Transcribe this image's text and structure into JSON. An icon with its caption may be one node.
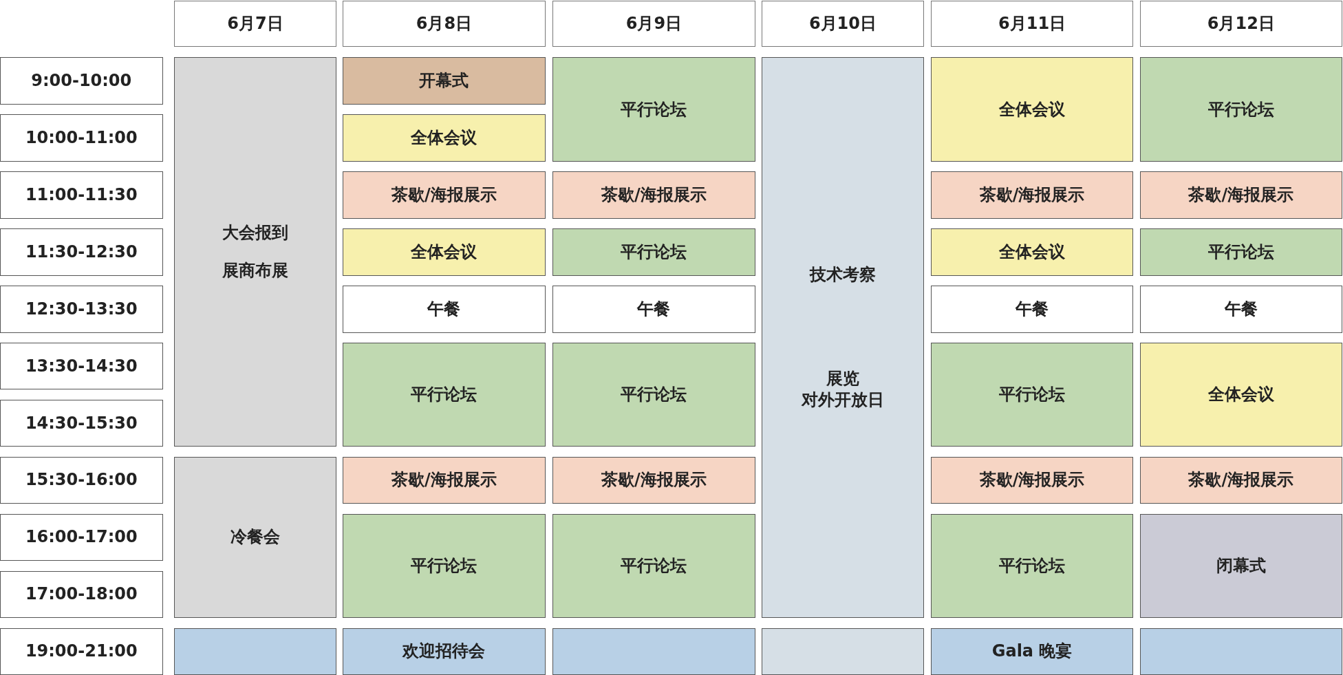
{
  "diagram": {
    "nodes": [
      {
        "text": [
          "6月7日"
        ]
      },
      {
        "text": [
          "6月8日"
        ]
      },
      {
        "text": [
          "6月9日"
        ]
      },
      {
        "text": [
          "6月10日"
        ]
      },
      {
        "text": [
          "6月11日"
        ]
      },
      {
        "text": [
          "6月12日"
        ]
      },
      {
        "text": [
          "9:00-10:00"
        ]
      },
      {
        "text": [
          "大会报到",
          "展商布展"
        ]
      },
      {
        "text": [
          "开幕式"
        ]
      },
      {
        "text": [
          "平行论坛"
        ]
      },
      {
        "text": [
          "技术考察",
          "展览",
          "对外开放日"
        ]
      },
      {
        "text": [
          "全体会议"
        ]
      },
      {
        "text": [
          "平行论坛"
        ]
      },
      {
        "text": [
          "10:00-11:00"
        ]
      },
      {
        "text": [
          "全体会议"
        ]
      },
      {
        "text": [
          "11:00-11:30"
        ]
      },
      {
        "text": [
          "茶歇/海报展示"
        ]
      },
      {
        "text": [
          "茶歇/海报展示"
        ]
      },
      {
        "text": [
          "茶歇/海报展示"
        ]
      },
      {
        "text": [
          "茶歇/海报展示"
        ]
      },
      {
        "text": [
          "11:30-12:30"
        ]
      },
      {
        "text": [
          "全体会议"
        ]
      },
      {
        "text": [
          "平行论坛"
        ]
      },
      {
        "text": [
          "全体会议"
        ]
      },
      {
        "text": [
          "平行论坛"
        ]
      },
      {
        "text": [
          "12:30-13:30"
        ]
      },
      {
        "text": [
          "午餐"
        ]
      },
      {
        "text": [
          "午餐"
        ]
      },
      {
        "text": [
          "午餐"
        ]
      },
      {
        "text": [
          "午餐"
        ]
      },
      {
        "text": [
          "13:30-14:30"
        ]
      },
      {
        "text": [
          "平行论坛"
        ]
      },
      {
        "text": [
          "平行论坛"
        ]
      },
      {
        "text": [
          "平行论坛"
        ]
      },
      {
        "text": [
          "全体会议"
        ]
      },
      {
        "text": [
          "14:30-15:30"
        ]
      },
      {
        "text": [
          "15:30-16:00"
        ]
      },
      {
        "text": [
          "冷餐会"
        ]
      },
      {
        "text": [
          "茶歇/海报展示"
        ]
      },
      {
        "text": [
          "茶歇/海报展示"
        ]
      },
      {
        "text": [
          "茶歇/海报展示"
        ]
      },
      {
        "text": [
          "茶歇/海报展示"
        ]
      },
      {
        "text": [
          "16:00-17:00"
        ]
      },
      {
        "text": [
          "平行论坛"
        ]
      },
      {
        "text": [
          "平行论坛"
        ]
      },
      {
        "text": [
          "平行论坛"
        ]
      },
      {
        "text": [
          "闭幕式"
        ]
      },
      {
        "text": [
          "17:00-18:00"
        ]
      },
      {
        "text": [
          "19:00-21:00"
        ]
      },
      {
        "text": [],
        "shape": "box"
      },
      {
        "text": [
          "欢迎招待会"
        ]
      },
      {
        "text": [],
        "shape": "box"
      },
      {
        "text": [],
        "shape": "box"
      },
      {
        "text": [
          "Gala 晚宴"
        ]
      },
      {
        "text": [],
        "shape": "box"
      }
    ]
  }
}
